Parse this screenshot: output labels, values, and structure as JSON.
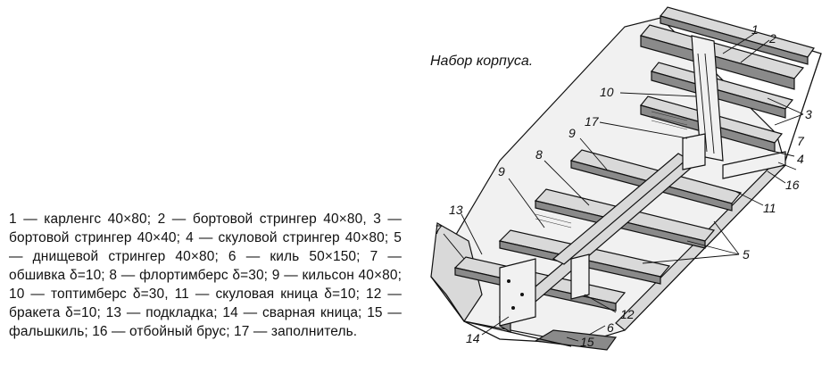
{
  "title": "Набор корпуса.",
  "caption": "1 — карленгс 40×80; 2 — бортовой стрингер 40×80, 3 — бортовой стрингер 40×40; 4 — скуловой стрингер 40×80; 5 — днищевой стрингер 40×80; 6 — киль 50×150; 7 — обшивка δ=10; 8 — флортимберс δ=30; 9 — кильсон 40×80; 10 — топтимберс δ=30, 11 — скуловая кница δ=10; 12 — бракета δ=10; 13 — подкладка; 14 — сварная кница; 15 — фальшкиль; 16 — отбойный брус; 17 — заполнитель.",
  "callouts": {
    "c1": "1",
    "c2": "2",
    "c3": "3",
    "c4": "4",
    "c5": "5",
    "c6": "6",
    "c7a": "7",
    "c7b": "7",
    "c8": "8",
    "c9a": "9",
    "c9b": "9",
    "c10": "10",
    "c11": "11",
    "c12": "12",
    "c13": "13",
    "c14": "14",
    "c15": "15",
    "c16": "16",
    "c17": "17"
  }
}
